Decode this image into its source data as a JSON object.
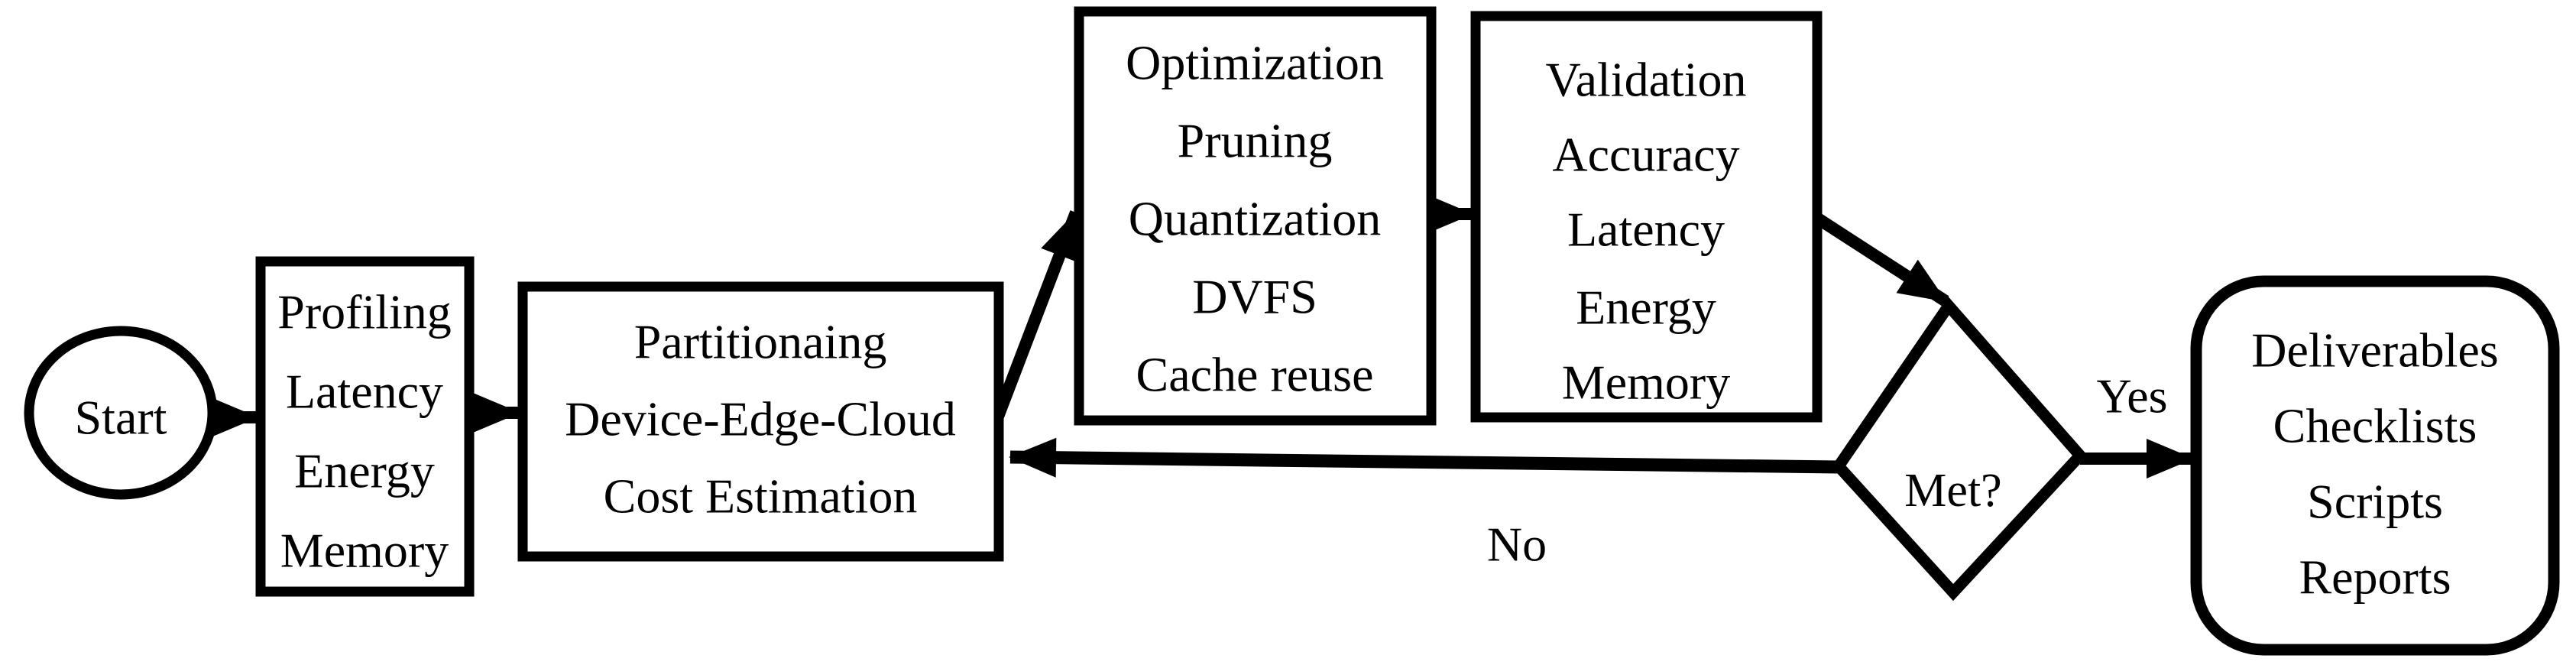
{
  "diagram": {
    "title": "Edge AI deployment workflow flowchart",
    "colors": {
      "background": "#ffffff",
      "stroke": "#000000",
      "text": "#000000"
    },
    "nodes": {
      "start": {
        "type": "ellipse-terminator",
        "label": "Start"
      },
      "profiling": {
        "type": "process",
        "lines": [
          "Profiling",
          "Latency",
          "Energy",
          "Memory"
        ]
      },
      "partitioning": {
        "type": "process",
        "lines": [
          "Partitionaing",
          "Device-Edge-Cloud",
          "Cost Estimation"
        ]
      },
      "optimization": {
        "type": "process",
        "lines": [
          "Optimization",
          "Pruning",
          "Quantization",
          "DVFS",
          "Cache reuse"
        ]
      },
      "validation": {
        "type": "process",
        "lines": [
          "Validation",
          "Accuracy",
          "Latency",
          "Energy",
          "Memory"
        ]
      },
      "decision": {
        "type": "decision-diamond",
        "label": "Met?"
      },
      "deliverables": {
        "type": "rounded-terminator",
        "lines": [
          "Deliverables",
          "Checklists",
          "Scripts",
          "Reports"
        ]
      }
    },
    "edges": {
      "yes_label": "Yes",
      "no_label": "No"
    }
  }
}
